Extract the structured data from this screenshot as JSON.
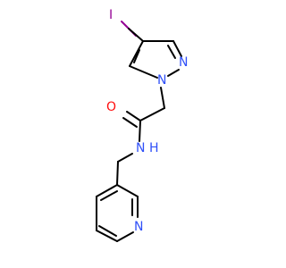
{
  "molecule": {
    "colors": {
      "bond": "#000000",
      "iodine": "#940094",
      "nitrogen": "#3050F8",
      "oxygen": "#FF0D0D"
    },
    "atoms": {
      "iodine": "I",
      "pyrazole_n_upper": "N",
      "pyrazole_n_lower": "N",
      "carbonyl_oxygen": "O",
      "amide_nitrogen": "N",
      "amide_hydrogen": "H",
      "pyridine_nitrogen": "N"
    }
  }
}
